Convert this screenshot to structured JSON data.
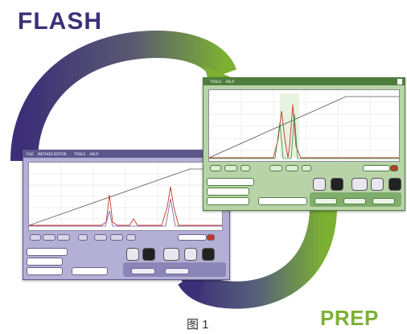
{
  "labels": {
    "flash": "FLASH",
    "prep": "PREP",
    "caption": "图 1"
  },
  "colors": {
    "flash_title": "#3c2f78",
    "prep_title": "#7cb033",
    "arrow_purple": "#3c2f78",
    "arrow_green": "#7cb033",
    "flash_window": "#6a63a8",
    "prep_window": "#5c9a4a"
  },
  "flash_window": {
    "menu": [
      "FILE",
      "METHOD EDITOR",
      "",
      "TOOLS",
      "HELP"
    ],
    "status": "",
    "fields": [
      "",
      ""
    ],
    "wavelength_lines": [
      "",
      ""
    ]
  },
  "prep_window": {
    "menu": [
      "",
      "TOOLS",
      "HELP"
    ],
    "status": "",
    "fields": [
      "",
      ""
    ],
    "wavelength_lines": [
      "",
      ""
    ]
  },
  "icons": {
    "play": "play-icon",
    "stop": "stop-icon",
    "skip": "skip-icon",
    "fast_forward": "fast-forward-icon"
  }
}
